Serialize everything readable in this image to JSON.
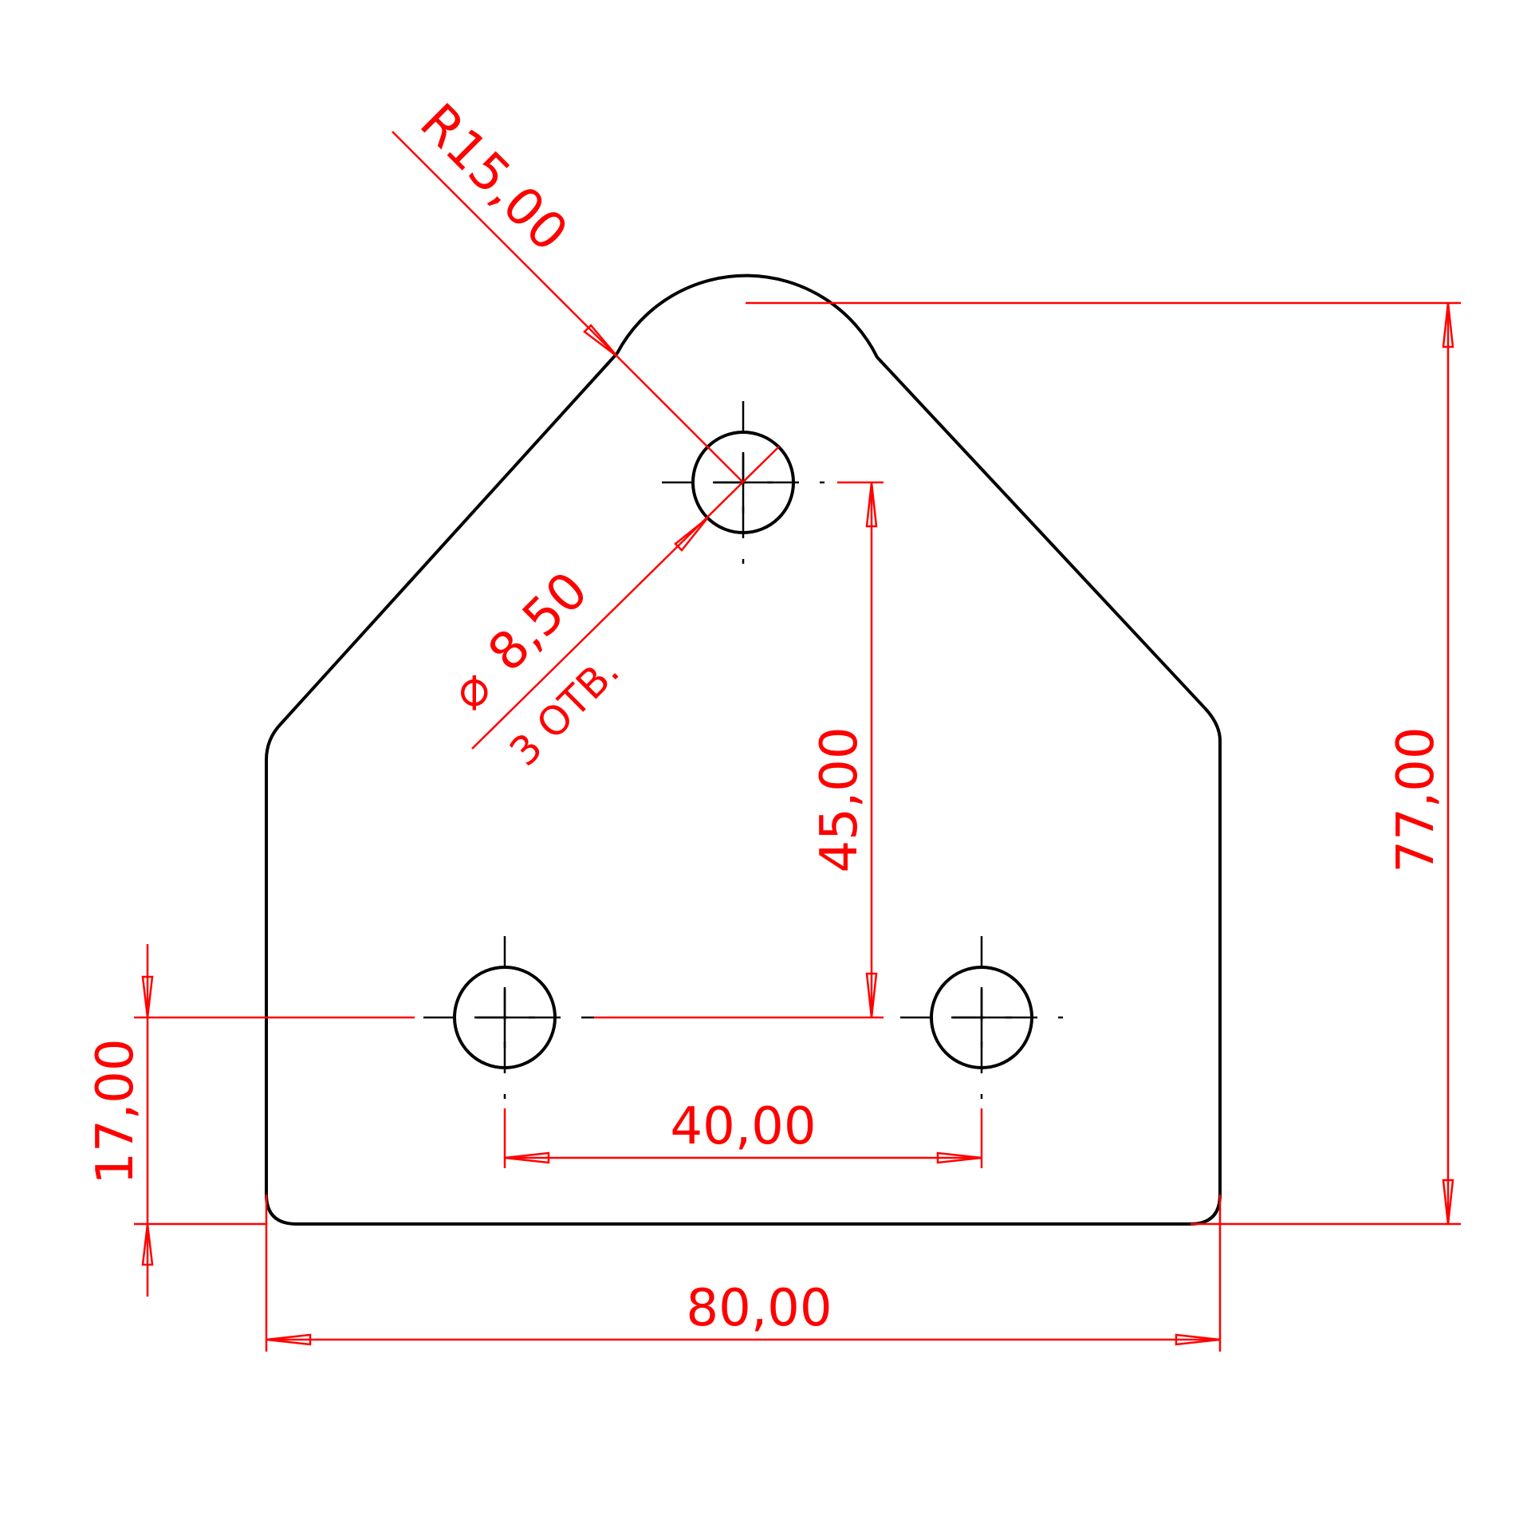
{
  "colors": {
    "part_outline": "#000000",
    "dimensions": "#ff0000",
    "background": "#ffffff"
  },
  "dimensions": {
    "overall_width": "80,00",
    "overall_height": "77,00",
    "hole_spacing_horizontal": "40,00",
    "hole_spacing_vertical": "45,00",
    "hole_row_from_bottom": "17,00",
    "top_radius": "R15,00",
    "hole_diameter": "8,50",
    "hole_diameter_symbol": "⌀",
    "hole_count": "3 ОТВ."
  }
}
